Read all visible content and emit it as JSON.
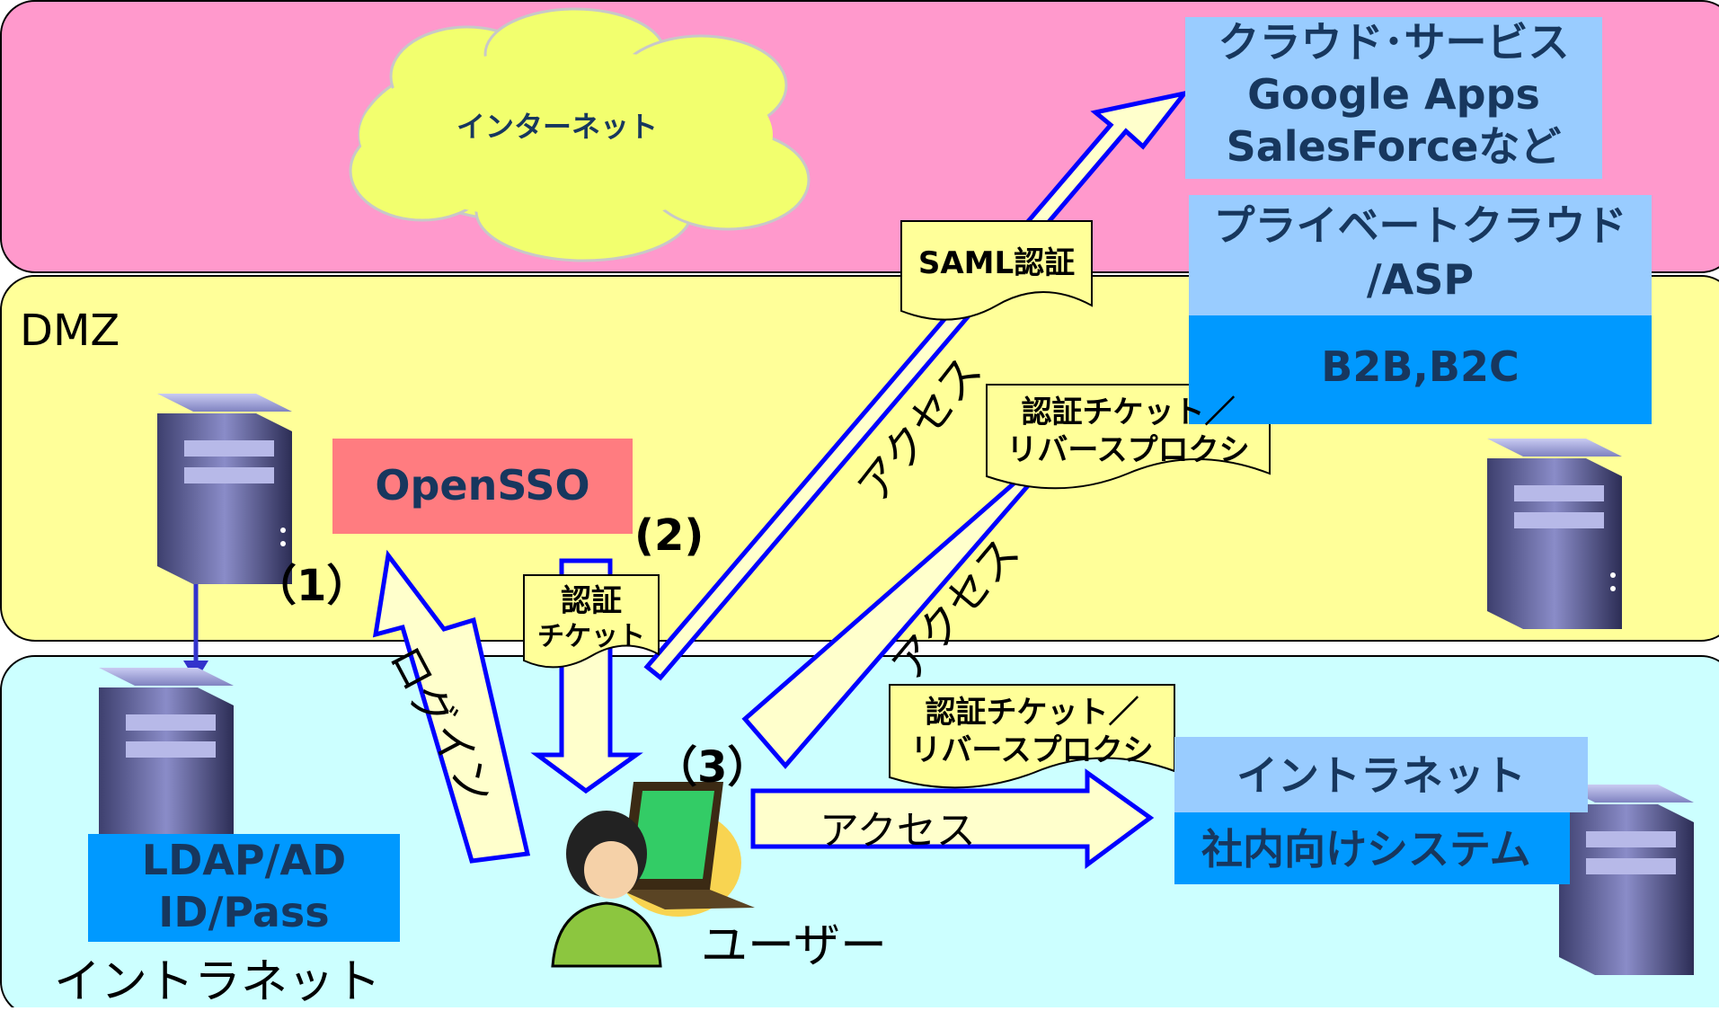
{
  "zones": {
    "internet_label": "インターネット",
    "dmz_label": "DMZ",
    "intranet_label": "イントラネット"
  },
  "cloud_services": {
    "line1": "クラウド･サービス",
    "line2": "Google Apps",
    "line3": "SalesForceなど"
  },
  "private_cloud": {
    "line1": "プライベートクラウド",
    "line2": "/ASP"
  },
  "b2b": "B2B,B2C",
  "opensso": "OpenSSO",
  "ldap": {
    "line1": "LDAP/AD",
    "line2": "ID/Pass"
  },
  "intranet_system": {
    "title": "イントラネット",
    "sub": "社内向けシステム"
  },
  "user_label": "ユーザー",
  "steps": {
    "s1": "（1）",
    "s2": "(2)",
    "s3": "（3）"
  },
  "notes": {
    "saml": "SAML認証",
    "ticket_proxy_1_l1": "認証チケット／",
    "ticket_proxy_1_l2": "リバースプロクシ",
    "ticket_proxy_2_l1": "認証チケット／",
    "ticket_proxy_2_l2": "リバースプロクシ",
    "auth_ticket_l1": "認証",
    "auth_ticket_l2": "チケット"
  },
  "arrows": {
    "login": "ログイン",
    "access_cloud": "アクセス",
    "access_b2b": "アクセス",
    "access_intranet": "アクセス"
  },
  "colors": {
    "internet_zone": "#ff99cc",
    "dmz_zone": "#ffff99",
    "intranet_zone": "#ccffff",
    "arrow_fill": "#ffffcc",
    "arrow_stroke": "#0000ff",
    "light_blue_box": "#99ccff",
    "blue_box": "#0099ff",
    "opensso_box": "#ff7c80",
    "note_fill": "#ffff99",
    "cloud_fill": "#f2ff6e"
  }
}
